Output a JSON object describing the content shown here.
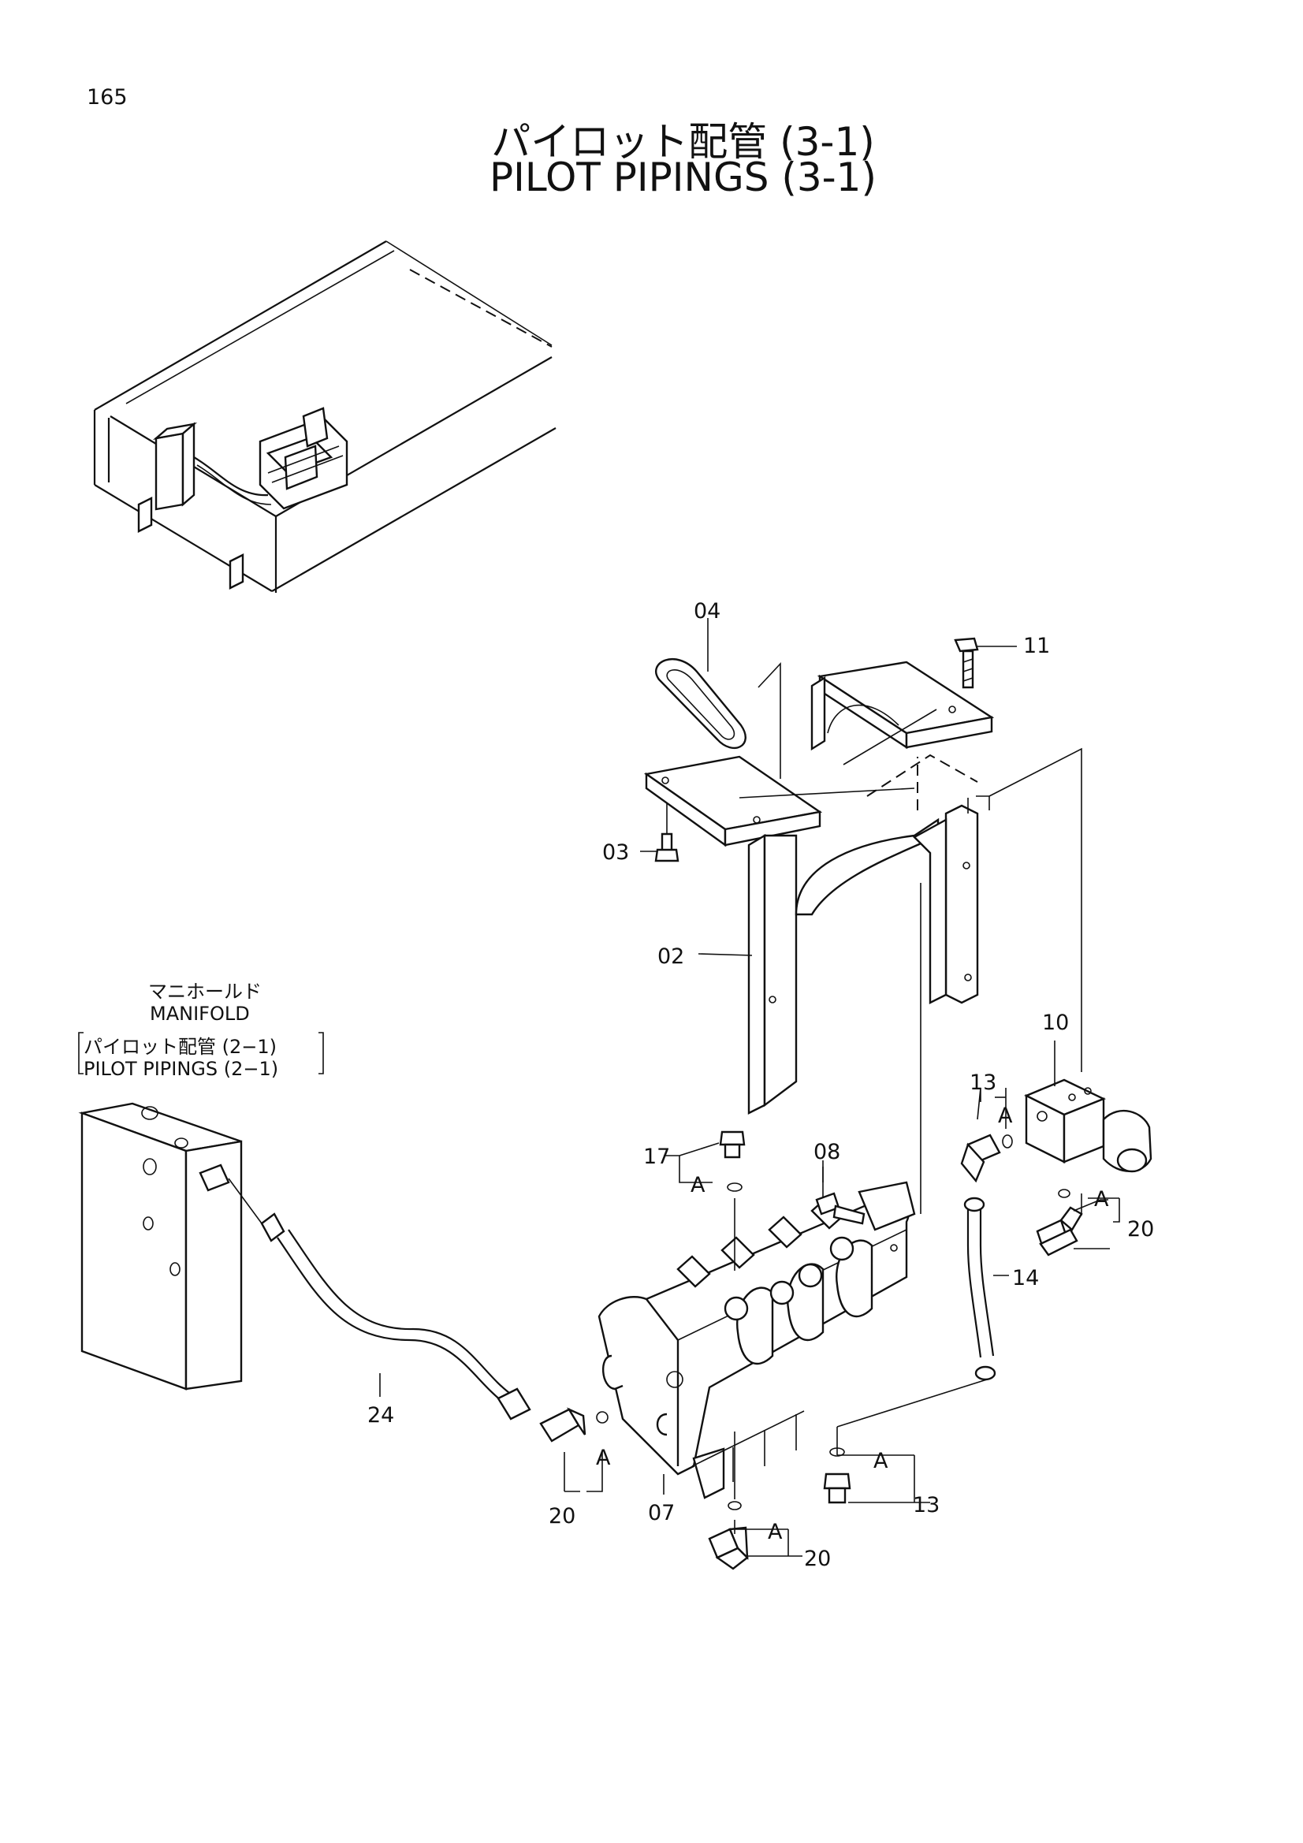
{
  "header": {
    "page_number": "165",
    "title_jp": "パイロット配管 (3-1)",
    "title_en": "PILOT PIPINGS (3-1)"
  },
  "manifold_reference": {
    "name_jp": "マニホールド",
    "name_en": "MANIFOLD",
    "ref_jp": "パイロット配管 (2−1)",
    "ref_en": "PILOT PIPINGS (2−1)"
  },
  "callouts": {
    "p02": "02",
    "p03": "03",
    "p04": "04",
    "p07": "07",
    "p08": "08",
    "p10": "10",
    "p11": "11",
    "p13_top": "13",
    "p13_bottom": "13",
    "p14": "14",
    "p17": "17",
    "p20_left": "20",
    "p20_bottom": "20",
    "p20_right": "20",
    "p24": "24",
    "a_17": "A",
    "a_13_top": "A",
    "a_20_right": "A",
    "a_20_left": "A",
    "a_20_bottom": "A",
    "a_13_bottom": "A"
  }
}
